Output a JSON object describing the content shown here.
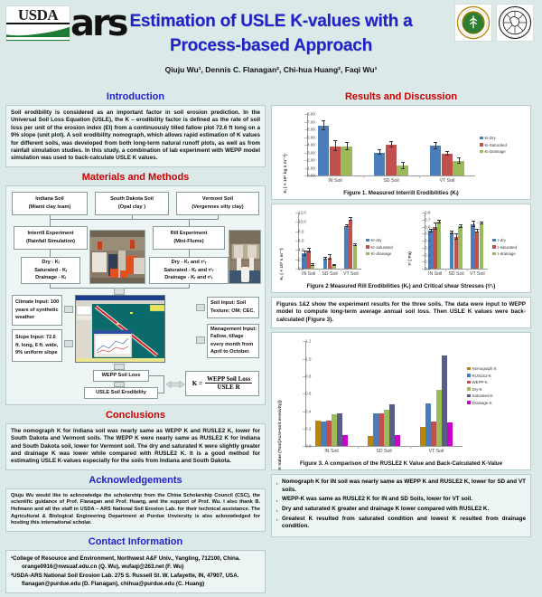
{
  "header": {
    "title_line1": "Estimation of USLE K-values with a",
    "title_line2": "Process-based Approach",
    "authors": "Qiuju Wu¹, Dennis C. Flanagan², Chi-hua Huang², Faqi Wu¹",
    "usda_word": "USDA",
    "ars_word": "ars",
    "seal_1_name": "northwest-a-f-university-seal",
    "seal_2_name": "purdue-university-seal",
    "accent_title": "#2222cc",
    "accent_section": "#cc0000"
  },
  "left": {
    "intro_heading": "Introduction",
    "intro_text": "Soil erodibility is considered as an important factor in soil erosion prediction. In the Universal Soil Loss Equation (USLE), the K – erodibility factor is defined as the rate of soil loss per unit of the erosion index (EI) from a continuously tilled fallow plot 72.6 ft long on a 9% slope (unit plot). A soil erodibility nomograph, which allows rapid estimation of K values for different soils, was developed from both long-term natural runoff plots, as well as from rainfall simulation studies. In this study, a combination of lab experiment with WEPP model simulation was used to back-calculate USLE K values.",
    "methods_heading": "Materials and Methods",
    "flow": {
      "soil_in": "Indiana Soil\n(Miami clay loam)",
      "soil_sd": "South Dakota Soil\n(Opal clay )",
      "soil_vt": "Vermont Soil\n(Vergennes silty clay)",
      "interrill_exp": "Interrill Experiment\n(Rainfall Simulation)",
      "rill_exp": "Rill Experiment\n(Mini-Flume)",
      "interrill_vals": "Dry - Kᵢ\nSaturated - Kᵢ\nDrainage - Kᵢ",
      "rill_vals": "Dry - Kᵣ and τᶜᵣ\nSaturated - Kᵣ and τᶜᵣ\nDrainage - Kᵣ and τᶜᵣ",
      "climate_input": "Climate Input: 100 years of synthetic weather",
      "slope_input": "Slope Input: 72.6 ft. long, 6 ft. wide, 9% uniform slope",
      "soil_input": "Soil Input: Soil Texture; OM; CEC.",
      "mgmt_input": "Management Input: Fallow, tillage every month from April to October.",
      "wepp_soil_loss": "WEPP Soil Loss",
      "usle_erodibility": "USLE Soil Erodibility",
      "equation_lhs": "K =",
      "equation_num": "WEPP Soil Loss",
      "equation_den": "USLE R",
      "photo_interrill_name": "rainfall-simulation-lab-photo",
      "photo_rill_name": "mini-flume-lab-photo",
      "wepp_screenshot_name": "wepp-model-interface-screenshot"
    },
    "conclusions_heading": "Conclusions",
    "conclusions_text": "The nomograph K for Indiana soil was nearly same as WEPP K and RUSLE2 K, lower for South Dakota and Vermont soils. The WEPP K were nearly same as RUSLE2 K for Indiana and South Dakota soil, lower for Vermont soil. The dry and saturated K were slightly greater and drainage K was lower while compared with RUSLE2 K.  It is a good method for estimating USLE K-values especially for the soils from Indiana and South Dakota.",
    "ack_heading": "Acknowledgements",
    "ack_text": "Qiuju Wu would like to acknowledge the scholarship from the China Scholarship Council (CSC), the scientific guidance of Prof. Flanagan and Prof. Huang, and the support of Prof. Wu. I also thank B. Hofmann and all the staff in USDA – ARS National Soil Erosion Lab. for their technical assistance. The Agricultural & Biological Engineering Department at Purdue Unviersity is also acknowledged for hosting this international scholar.",
    "contact_heading": "Contact Information",
    "contact_line1": "¹College of Resource and Environment, Northwest A&F Univ., Yangling, 712100, China.",
    "contact_line2": "orange0916@nwsuaf.edu.cn (Q. Wu), wufaqi@263.net (F. Wu)",
    "contact_line3": "²USDA-ARS National Soil Erosion Lab. 275 S. Russell St. W. Lafayette, IN, 47907, USA.",
    "contact_line4": "flanagan@purdue.edu (D. Flanagan), chihua@purdue.edu (C. Huang)"
  },
  "right": {
    "results_heading": "Results and Discussion",
    "mid_text": "Figures 1&2 show the experiment results for the three soils. The data were input to WEPP model to compute long-term average annual soil loss. Then USLE K values were back-calculated (Figure 3).",
    "bullets": [
      "Nomograph K for IN soil was nearly same as WEPP K and RUSLE2 K, lower for SD and VT soils.",
      "WEPP-K was same as RUSLE2 K for IN and SD Soils, lower for VT soil.",
      "Dry and saturated K greater and drainage K lower compared with RUSLE2 K.",
      "Greatest K resulted from saturated condition and lowest K resulted from drainage condition."
    ]
  },
  "chart_data": [
    {
      "type": "bar",
      "id": "figure-1",
      "title": "Figure 1. Measured Interrill Erodibilities (Kᵢ)",
      "xlabel": "",
      "ylabel": "Kᵢ ( × 10⁶ kg s m⁻⁴)",
      "categories": [
        "IN Soil",
        "SD Soil",
        "VT Soil"
      ],
      "ylim": [
        0,
        8
      ],
      "yticks": [
        "0.00",
        "1.00",
        "2.00",
        "3.00",
        "4.00",
        "5.00",
        "6.00",
        "7.00",
        "8.00"
      ],
      "legend_position": "right",
      "series": [
        {
          "name": "Ki-Dry",
          "color": "#4a7ebb",
          "values": [
            6.45,
            3.0,
            3.83
          ],
          "errors": [
            0.62,
            0.33,
            0.4
          ]
        },
        {
          "name": "Ki-Saturated",
          "color": "#c0504d",
          "values": [
            3.8,
            4.0,
            2.85
          ],
          "errors": [
            0.65,
            0.3,
            0.25
          ]
        },
        {
          "name": "Ki-Drainage",
          "color": "#9bbb59",
          "values": [
            3.72,
            1.25,
            1.88
          ],
          "errors": [
            0.47,
            0.45,
            0.35
          ]
        }
      ]
    },
    {
      "type": "bar",
      "id": "figure-2-left",
      "title": "Figure 2 Measured Rill Erodibilities (Kᵣ) and Critical shear Stresses (τᶜᵣ)",
      "xlabel": "",
      "ylabel": "Kᵣ ( × 10³ s m⁻¹)",
      "categories": [
        "IN Soil",
        "SD Soil",
        "VT Soil"
      ],
      "ylim": [
        0,
        12
      ],
      "yticks": [
        "0.0",
        "2.0",
        "4.0",
        "6.0",
        "8.0",
        "10.0",
        "12.0"
      ],
      "legend_position": "right",
      "series": [
        {
          "name": "Kr-dry",
          "color": "#4a7ebb",
          "values": [
            3.2,
            2.1,
            9.1
          ],
          "errors": [
            0.45,
            0.15,
            0.25
          ]
        },
        {
          "name": "Kr-saturated",
          "color": "#c0504d",
          "values": [
            3.95,
            2.4,
            10.55
          ],
          "errors": [
            0.4,
            0.5,
            0.3
          ]
        },
        {
          "name": "Kr-drainage",
          "color": "#9bbb59",
          "values": [
            0.85,
            0.6,
            4.95
          ],
          "errors": [
            0.2,
            0.1,
            0.2
          ]
        }
      ]
    },
    {
      "type": "bar",
      "id": "figure-2-right",
      "title": "",
      "xlabel": "",
      "ylabel": "τᶜ ( Pa)",
      "categories": [
        "IN Soil",
        "SD Soil",
        "VT Soil"
      ],
      "ylim": [
        0,
        0.8
      ],
      "yticks": [
        "0.0",
        "0.1",
        "0.2",
        "0.3",
        "0.4",
        "0.5",
        "0.6",
        "0.7",
        "0.8"
      ],
      "legend_position": "right",
      "series": [
        {
          "name": "τ-dry",
          "color": "#4a7ebb",
          "values": [
            0.54,
            0.51,
            0.63
          ],
          "errors": [
            0.02,
            0.015,
            0.035
          ]
        },
        {
          "name": "τ-saturated",
          "color": "#c0504d",
          "values": [
            0.6,
            0.45,
            0.535
          ],
          "errors": [
            0.04,
            0.04,
            0.015
          ]
        },
        {
          "name": "τ-drainage",
          "color": "#9bbb59",
          "values": [
            0.665,
            0.605,
            0.65
          ],
          "errors": [
            0.015,
            0.02,
            0.012
          ]
        }
      ]
    },
    {
      "type": "bar",
      "id": "figure-3",
      "title": "Figure 3. A comparison of the RUSLE2 K Value and Back-Calculated K-Value",
      "xlabel": "",
      "ylabel": "K-Value (Ton/(Acre•unit erosivity))",
      "categories": [
        "IN Soil",
        "SD Soil",
        "VT Soil"
      ],
      "ylim": [
        0,
        1.2
      ],
      "yticks": [
        "0.0",
        "0.2",
        "0.4",
        "0.6",
        "0.8",
        "1.0",
        "1.2"
      ],
      "legend_position": "right",
      "series": [
        {
          "name": "Nomograph K",
          "color": "#b8860b",
          "values": [
            0.295,
            0.12,
            0.215
          ]
        },
        {
          "name": "RUSLE2-K",
          "color": "#4a7ebb",
          "values": [
            0.285,
            0.37,
            0.49
          ]
        },
        {
          "name": "WEPP-K",
          "color": "#c0504d",
          "values": [
            0.295,
            0.37,
            0.285
          ]
        },
        {
          "name": "Dry-K",
          "color": "#9bbb59",
          "values": [
            0.36,
            0.42,
            0.64
          ]
        },
        {
          "name": "Saturated-K",
          "color": "#5b5b8a",
          "values": [
            0.38,
            0.48,
            1.04
          ]
        },
        {
          "name": "Drainage-K",
          "color": "#cc00cc",
          "values": [
            0.13,
            0.13,
            0.275
          ]
        }
      ]
    }
  ]
}
